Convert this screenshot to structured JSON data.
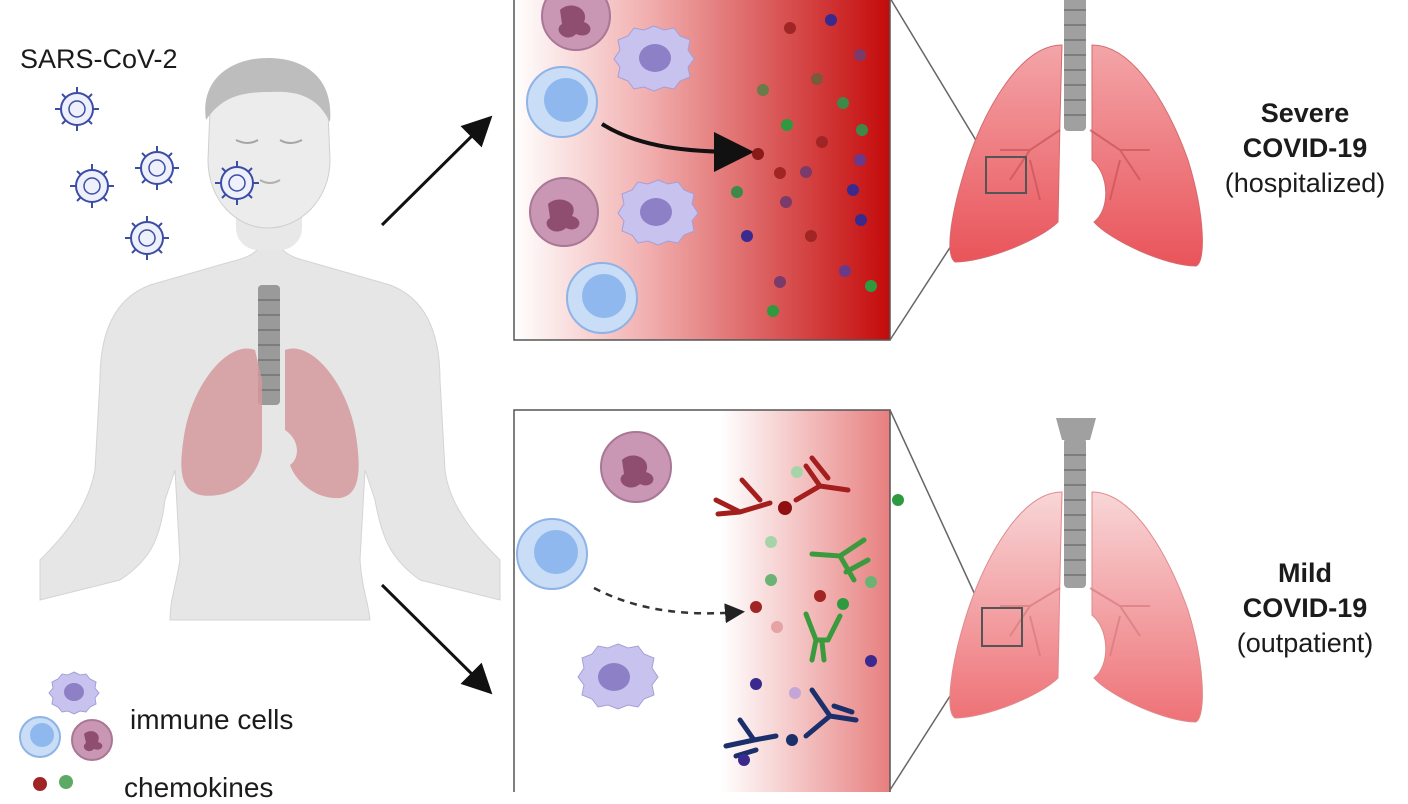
{
  "virus_label": "SARS-CoV-2",
  "outcomes": {
    "severe": {
      "line1": "Severe",
      "line2": "COVID-19",
      "line3": "(hospitalized)"
    },
    "mild": {
      "line1": "Mild",
      "line2": "COVID-19",
      "line3": "(outpatient)"
    }
  },
  "legend": {
    "immune_cells": "immune cells",
    "chemokines": "chemokines"
  },
  "colors": {
    "severe_gradient": "#c40a0a",
    "mild_gradient": "#e77f7f",
    "lung": "#e9545a",
    "body": "#e6e6e6",
    "monocyte": "#a8c8f2",
    "neutrophil": "#c996b4",
    "macrophage": "#c8c3ee",
    "chemokine_red": "#a12525",
    "chemokine_green": "#3d9a48",
    "chemokine_purple": "#3b2a8e",
    "antibody_red": "#a51e1e",
    "antibody_green": "#3b9a3e",
    "antibody_navy": "#1b2f6a"
  }
}
